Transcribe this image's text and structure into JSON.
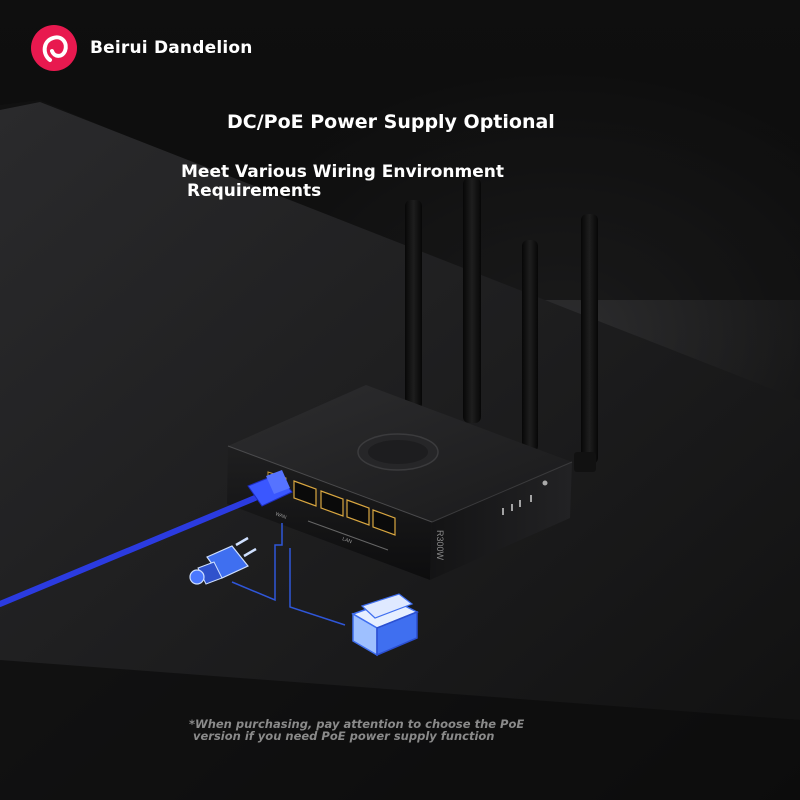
{
  "brand": {
    "name": "Beirui Dandelion",
    "logo_color": "#e8194f"
  },
  "headline": "DC/PoE Power Supply Optional",
  "subheadline": {
    "line1": "Meet Various Wiring Environment",
    "line2": "Requirements"
  },
  "device": {
    "model_label": "R300W",
    "lan_label": "LAN",
    "wan_label": "WAN",
    "lan_port_count": 4,
    "antenna_count": 4
  },
  "accent_colors": {
    "cable": "#2b3be0",
    "icon_blue": "#3f6ff0",
    "icon_light": "#cfe0ff"
  },
  "footnote": {
    "line1": "*When purchasing, pay attention to choose the PoE",
    "line2": "version if you need PoE power supply function"
  }
}
